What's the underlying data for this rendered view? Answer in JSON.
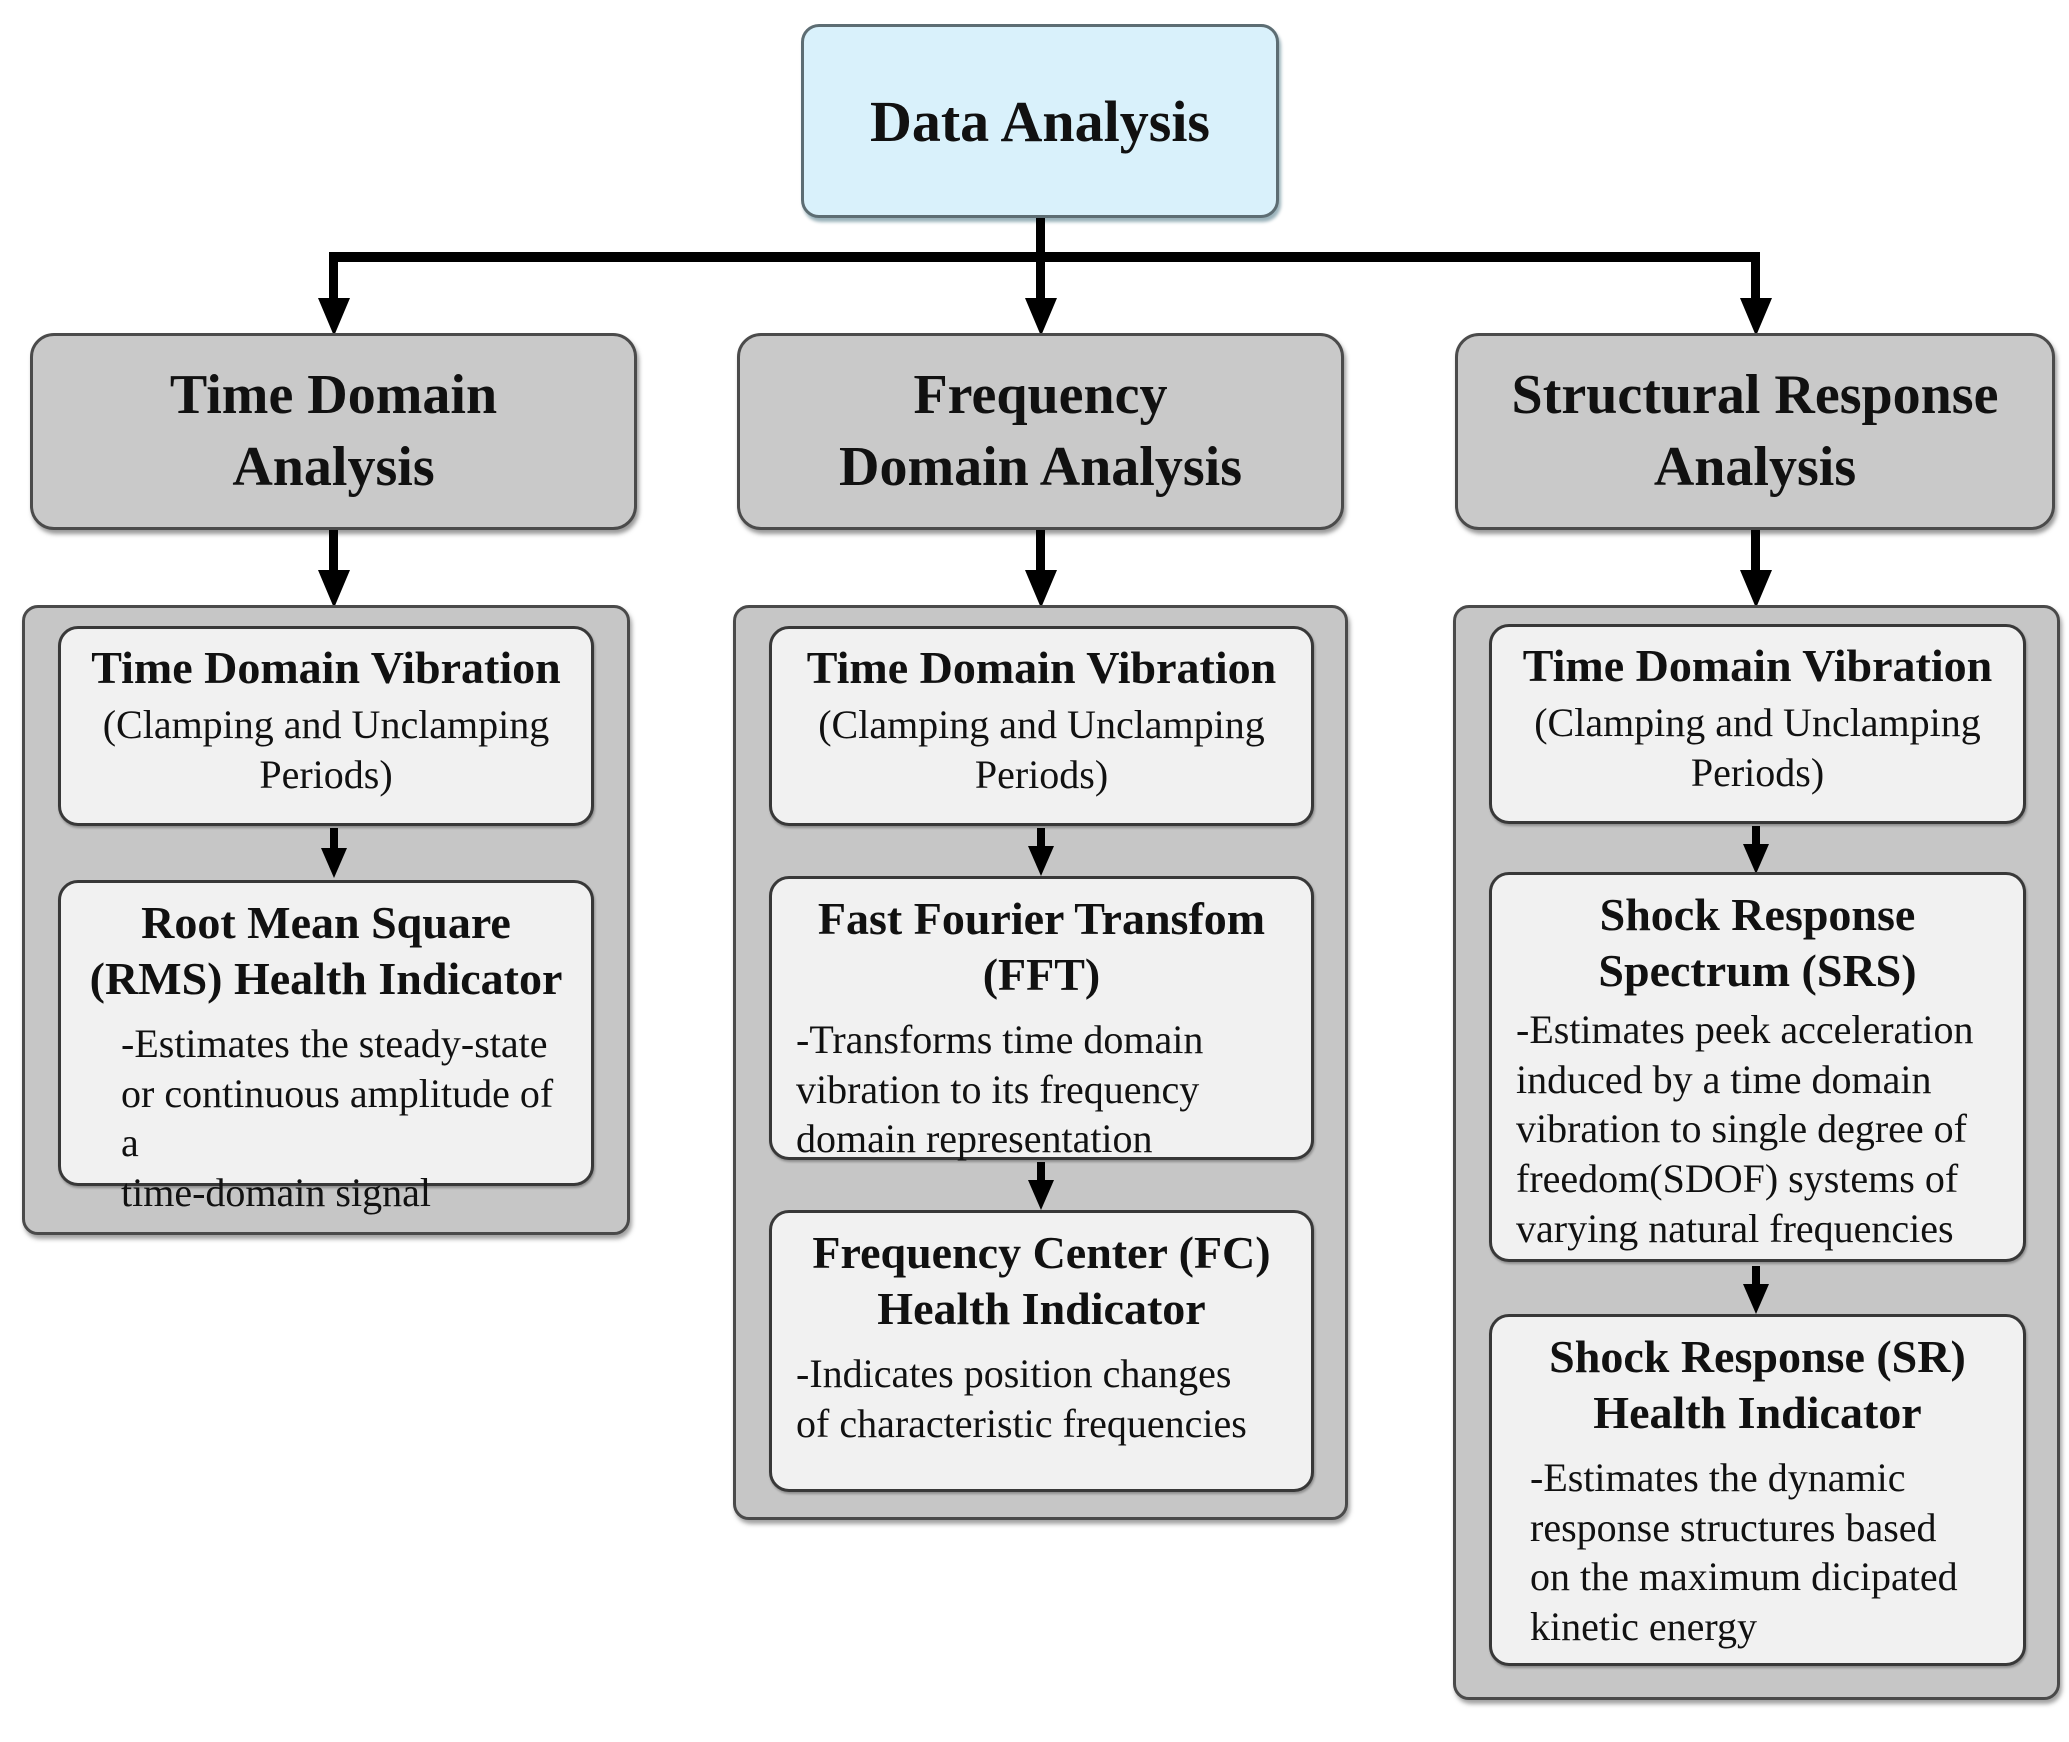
{
  "root": {
    "label": "Data Analysis"
  },
  "columns": [
    {
      "header": "Time Domain\nAnalysis",
      "boxes": [
        {
          "title": "Time Domain Vibration",
          "desc": "(Clamping and Unclamping\nPeriods)"
        },
        {
          "title": "Root Mean Square\n(RMS) Health Indicator",
          "desc": "-Estimates the steady-state\nor continuous amplitude of a\ntime-domain signal"
        }
      ]
    },
    {
      "header": "Frequency\nDomain Analysis",
      "boxes": [
        {
          "title": "Time Domain Vibration",
          "desc": "(Clamping and Unclamping\nPeriods)"
        },
        {
          "title": "Fast Fourier Transfom\n(FFT)",
          "desc": "-Transforms time domain\nvibration to its frequency\ndomain representation"
        },
        {
          "title": "Frequency Center (FC)\nHealth Indicator",
          "desc": "-Indicates position changes\nof characteristic frequencies"
        }
      ]
    },
    {
      "header": "Structural Response\nAnalysis",
      "boxes": [
        {
          "title": "Time Domain Vibration",
          "desc": "(Clamping and Unclamping\nPeriods)"
        },
        {
          "title": "Shock Response\nSpectrum (SRS)",
          "desc": "-Estimates peek acceleration\ninduced by a time domain\nvibration to single degree of\nfreedom(SDOF) systems of\nvarying natural frequencies"
        },
        {
          "title": "Shock Response (SR)\nHealth Indicator",
          "desc": "-Estimates the dynamic\nresponse  structures based\non the maximum dicipated\nkinetic energy"
        }
      ]
    }
  ],
  "colors": {
    "root_fill": "#d9f1fb",
    "node_fill": "#c9c9c9",
    "group_fill": "#c6c6c6",
    "leaf_fill": "#f1f1f1",
    "connector": "#000000"
  }
}
